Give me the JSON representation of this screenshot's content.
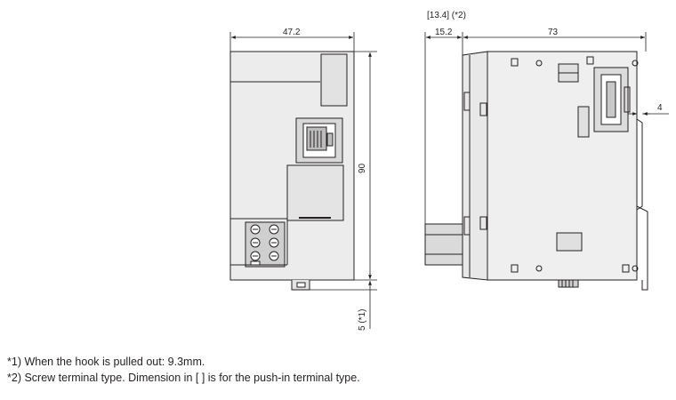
{
  "dimensions": {
    "front_width": "47.2",
    "front_height": "90",
    "hook_extension": "5 (*1)",
    "side_top_note": "[13.4] (*2)",
    "side_terminal_depth": "15.2",
    "side_depth": "73",
    "side_rail_offset": "4"
  },
  "notes": [
    "*1) When the hook is pulled out: 9.3mm.",
    "*2) Screw terminal type. Dimension in [  ] is for the push-in terminal type."
  ]
}
